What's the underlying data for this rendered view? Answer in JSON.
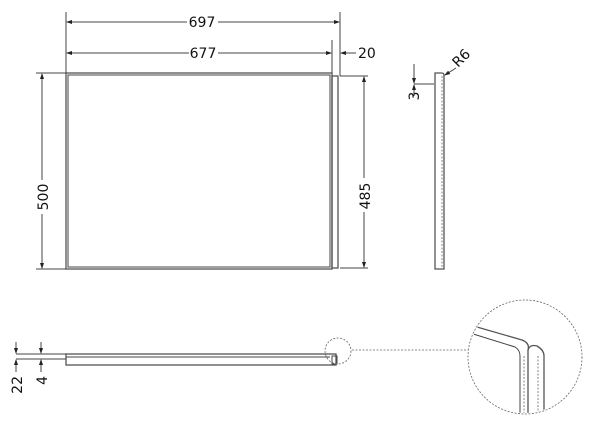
{
  "dimensions": {
    "overall_width": "697",
    "panel_width": "677",
    "flange_width": "20",
    "overall_height": "500",
    "flange_height": "485",
    "edge_offset": "3",
    "corner_radius": "R6",
    "overall_depth": "22",
    "panel_thickness": "4"
  }
}
